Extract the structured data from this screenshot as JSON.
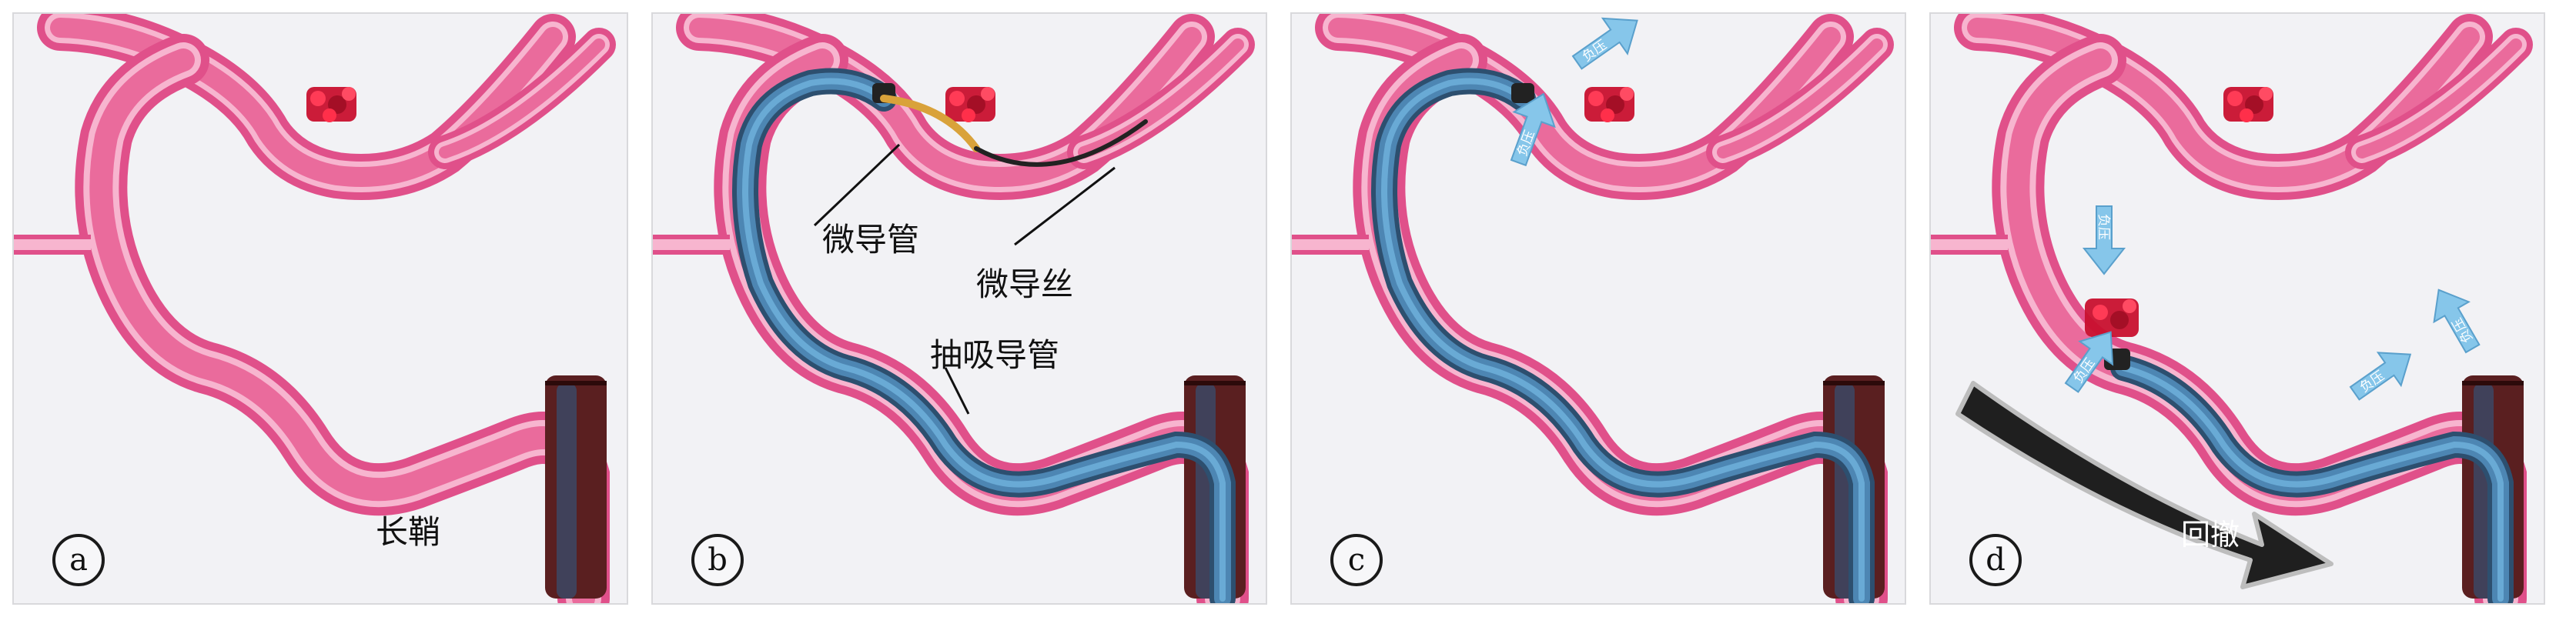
{
  "panels": [
    {
      "letter": "a",
      "labels": {
        "sheath": "长鞘"
      }
    },
    {
      "letter": "b",
      "labels": {
        "microcatheter": "微导管",
        "microwire": "微导丝",
        "aspiration": "抽吸导管"
      }
    },
    {
      "letter": "c",
      "pressure": [
        "负压",
        "负压"
      ]
    },
    {
      "letter": "d",
      "pressure": [
        "负压",
        "负压",
        "负压",
        "负压"
      ],
      "withdraw": "回撤"
    }
  ],
  "colors": {
    "vessel_outer": "#e0508a",
    "vessel_inner": "#f7b5cf",
    "vessel_core": "#ea6b9c",
    "catheter": "#3d6f95",
    "sheath": "#5a1f20",
    "clot": "#c8102e",
    "arrow_blue": "#86c6ea",
    "withdraw_arrow": "#1f1f1f"
  }
}
